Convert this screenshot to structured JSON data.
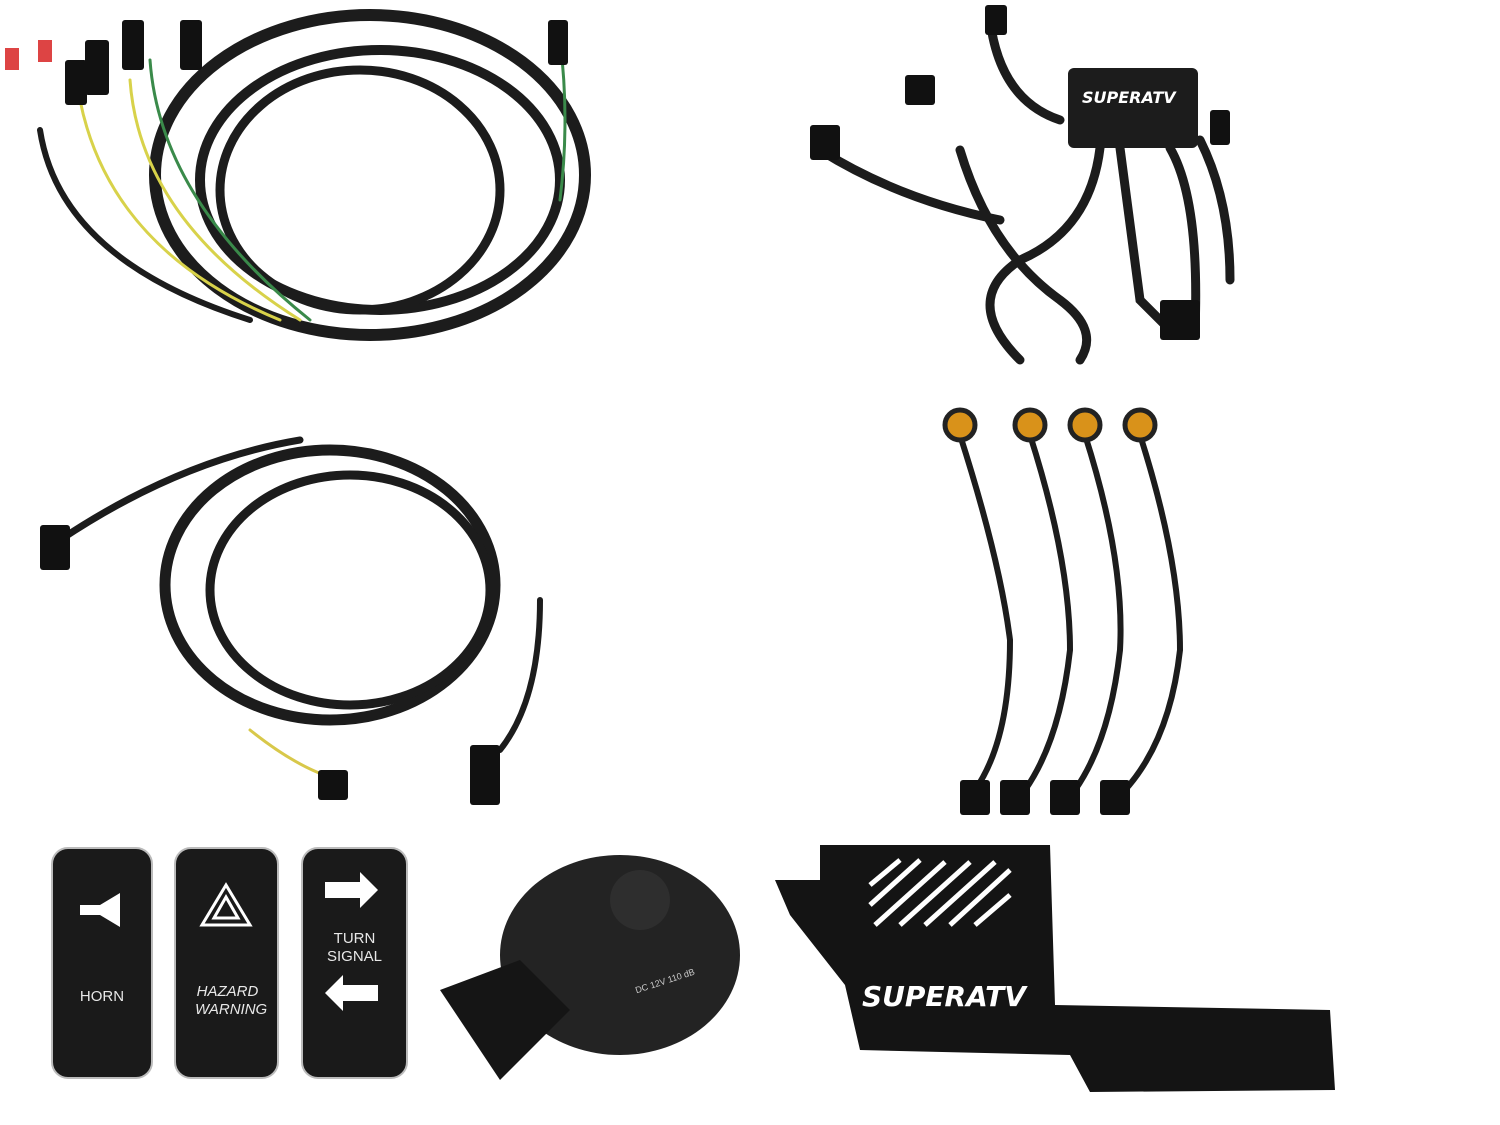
{
  "switches": [
    {
      "label": "HORN",
      "icon": "horn-icon"
    },
    {
      "label": "HAZARD WARNING",
      "icon": "hazard-triangle-icon"
    },
    {
      "label": "TURN SIGNAL",
      "icon": "arrows-icon"
    }
  ],
  "horn_marking": "DC 12V 110 dB",
  "brand_logo": "SUPERATV",
  "colors": {
    "cable": "#1c1c1c",
    "amber_lens": "#d9921a",
    "switch_body": "#1a1a1a"
  }
}
